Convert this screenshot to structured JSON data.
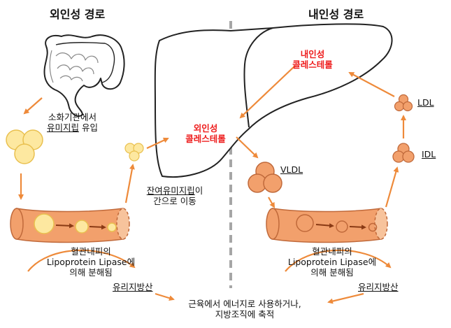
{
  "headings": {
    "left": "외인성 경로",
    "right": "내인성 경로"
  },
  "labels": {
    "digestion_line1": "소화기관에서",
    "digestion_line2_underlined": "유미지립",
    "digestion_line2_rest": " 유입",
    "remnant_line1_underlined": "잔여유미지립",
    "remnant_line1_rest": "이",
    "remnant_line2": "간으로 이동",
    "exo_cholesterol_line1": "외인성",
    "exo_cholesterol_line2": "콜레스테롤",
    "endo_cholesterol_line1": "내인성",
    "endo_cholesterol_line2": "콜레스테롤",
    "vldl": "VLDL",
    "idl": "IDL",
    "ldl": "LDL",
    "lpl_left_line1": "혈관내피의",
    "lpl_left_line2": "Lipoprotein Lipase에",
    "lpl_left_line3": "의해 분해됨",
    "lpl_right_line1": "혈관내피의",
    "lpl_right_line2": "Lipoprotein Lipase에",
    "lpl_right_line3": "의해 분해됨",
    "ffa_left": "유리지방산",
    "ffa_right": "유리지방산",
    "outcome_line1": "근육에서 에너지로 사용하거나,",
    "outcome_line2": "지방조직에 축적"
  },
  "colors": {
    "arrow": "#ee8a3a",
    "vessel_fill": "#f2a06c",
    "vessel_stroke": "#c0693a",
    "chylo_fill": "#fde8a0",
    "chylo_stroke": "#e9c04f",
    "lipo_fill": "#f2a06c",
    "lipo_stroke": "#c0693a",
    "divider": "#a6a6a6",
    "highlight_text": "#ee1c1c"
  }
}
